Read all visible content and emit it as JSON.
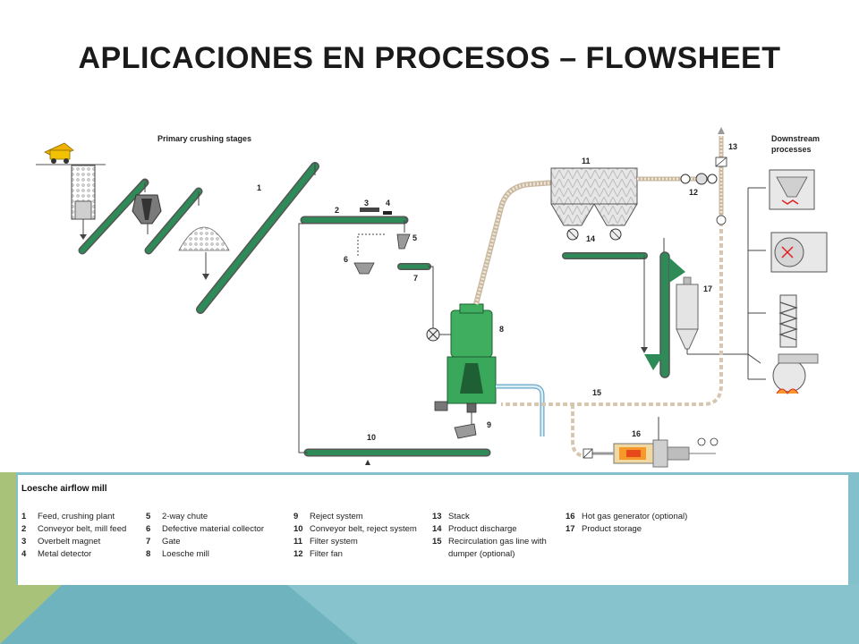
{
  "slide": {
    "title": "APLICACIONES EN PROCESOS – FLOWSHEET"
  },
  "diagram": {
    "primary_label": "Primary crushing stages",
    "downstream_label_1": "Downstream",
    "downstream_label_2": "processes",
    "numbers": {
      "n1": "1",
      "n2": "2",
      "n3": "3",
      "n4": "4",
      "n5": "5",
      "n6": "6",
      "n7": "7",
      "n8": "8",
      "n9": "9",
      "n10": "10",
      "n11": "11",
      "n12": "12",
      "n13": "13",
      "n14": "14",
      "n15": "15",
      "n16": "16",
      "n17": "17"
    }
  },
  "legend": {
    "title": "Loesche airflow mill",
    "columns": [
      [
        {
          "num": "1",
          "label": "Feed, crushing plant"
        },
        {
          "num": "2",
          "label": "Conveyor belt, mill feed"
        },
        {
          "num": "3",
          "label": "Overbelt magnet"
        },
        {
          "num": "4",
          "label": "Metal detector"
        }
      ],
      [
        {
          "num": "5",
          "label": "2-way chute"
        },
        {
          "num": "6",
          "label": "Defective material collector"
        },
        {
          "num": "7",
          "label": "Gate"
        },
        {
          "num": "8",
          "label": "Loesche mill"
        }
      ],
      [
        {
          "num": "9",
          "label": "Reject system"
        },
        {
          "num": "10",
          "label": "Conveyor belt, reject system"
        },
        {
          "num": "11",
          "label": "Filter system"
        },
        {
          "num": "12",
          "label": "Filter fan"
        }
      ],
      [
        {
          "num": "13",
          "label": "Stack"
        },
        {
          "num": "14",
          "label": "Product discharge"
        },
        {
          "num": "15",
          "label": "Recirculation gas line with"
        },
        {
          "num": "",
          "label": "dumper (optional)"
        }
      ],
      [
        {
          "num": "16",
          "label": "Hot gas generator (optional)"
        },
        {
          "num": "17",
          "label": "Product storage"
        }
      ]
    ]
  },
  "colors": {
    "belt": "#2e8b57",
    "mill": "#3aa85a",
    "band_teal": "#7dbfc9",
    "band_green": "#a9c07c"
  }
}
